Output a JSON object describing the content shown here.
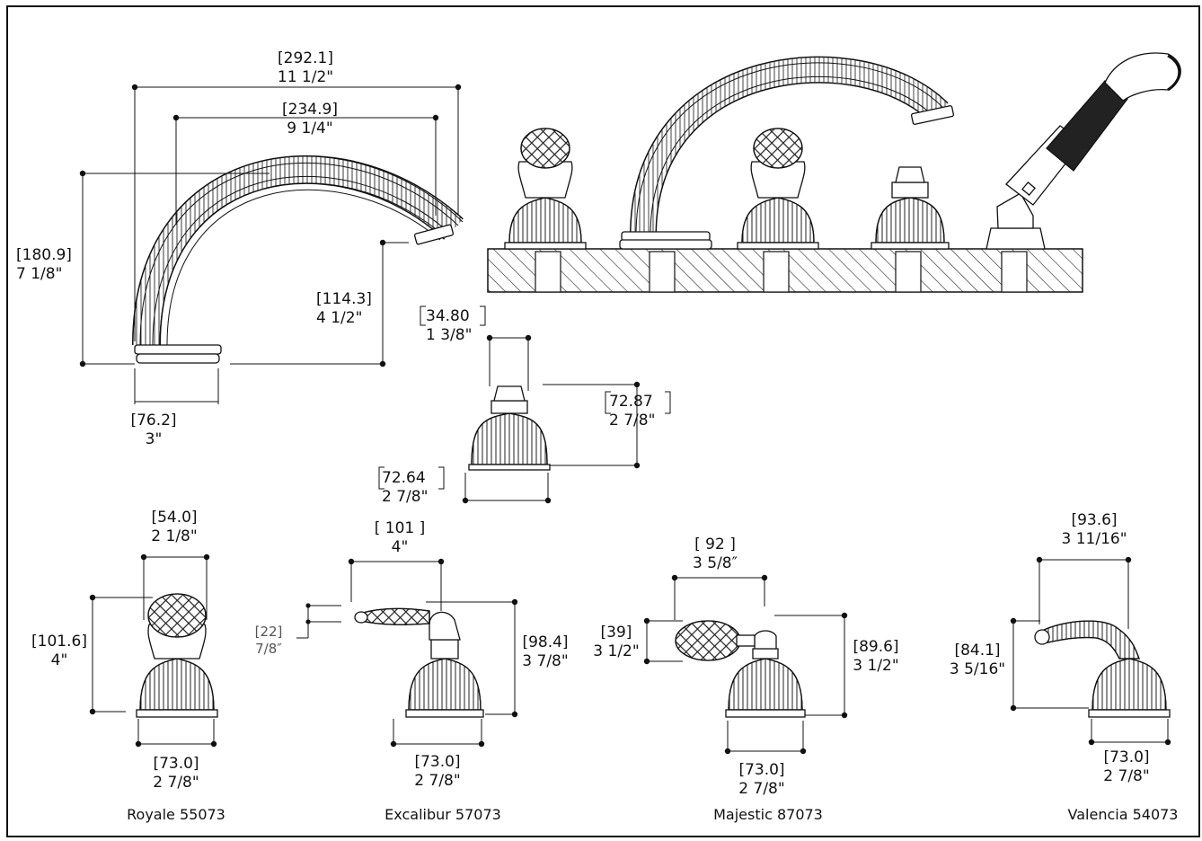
{
  "dimensions": {
    "spout_width_outer": {
      "mm": "[292.1]",
      "in": "11 1/2\""
    },
    "spout_width_inner": {
      "mm": "[234.9]",
      "in": "9 1/4\""
    },
    "spout_height": {
      "mm": "[180.9]",
      "in": "7 1/8\""
    },
    "spout_outlet_height": {
      "mm": "[114.3]",
      "in": "4 1/2\""
    },
    "spout_base": {
      "mm": "[76.2]",
      "in": "3\""
    },
    "diverter_top": {
      "mm": "34.80",
      "in": "1 3/8\""
    },
    "diverter_height": {
      "mm": "72.87",
      "in": "2 7/8\""
    },
    "diverter_base": {
      "mm": "72.64",
      "in": "2 7/8\""
    },
    "royale_top": {
      "mm": "[54.0]",
      "in": "2 1/8\""
    },
    "royale_height": {
      "mm": "[101.6]",
      "in": "4\""
    },
    "royale_base": {
      "mm": "[73.0]",
      "in": "2 7/8\""
    },
    "excalibur_width": {
      "mm": "[ 101 ]",
      "in": "4\""
    },
    "excalibur_lever": {
      "mm": "[22]",
      "in": "7/8″"
    },
    "excalibur_height": {
      "mm": "[98.4]",
      "in": "3 7/8\""
    },
    "excalibur_base": {
      "mm": "[73.0]",
      "in": "2 7/8\""
    },
    "majestic_width": {
      "mm": "[ 92 ]",
      "in": "3 5/8″"
    },
    "majestic_lever": {
      "mm": "[39]",
      "in": "3 1/2\""
    },
    "majestic_height": {
      "mm": "[89.6]",
      "in": "3 1/2\""
    },
    "majestic_base": {
      "mm": "[73.0]",
      "in": "2 7/8\""
    },
    "valencia_width": {
      "mm": "[93.6]",
      "in": "3 11/16\""
    },
    "valencia_height": {
      "mm": "[84.1]",
      "in": "3 5/16\""
    },
    "valencia_base": {
      "mm": "[73.0]",
      "in": "2 7/8\""
    }
  },
  "captions": {
    "royale": "Royale 55073",
    "excalibur": "Excalibur 57073",
    "majestic": "Majestic 87073",
    "valencia": "Valencia 54073"
  }
}
